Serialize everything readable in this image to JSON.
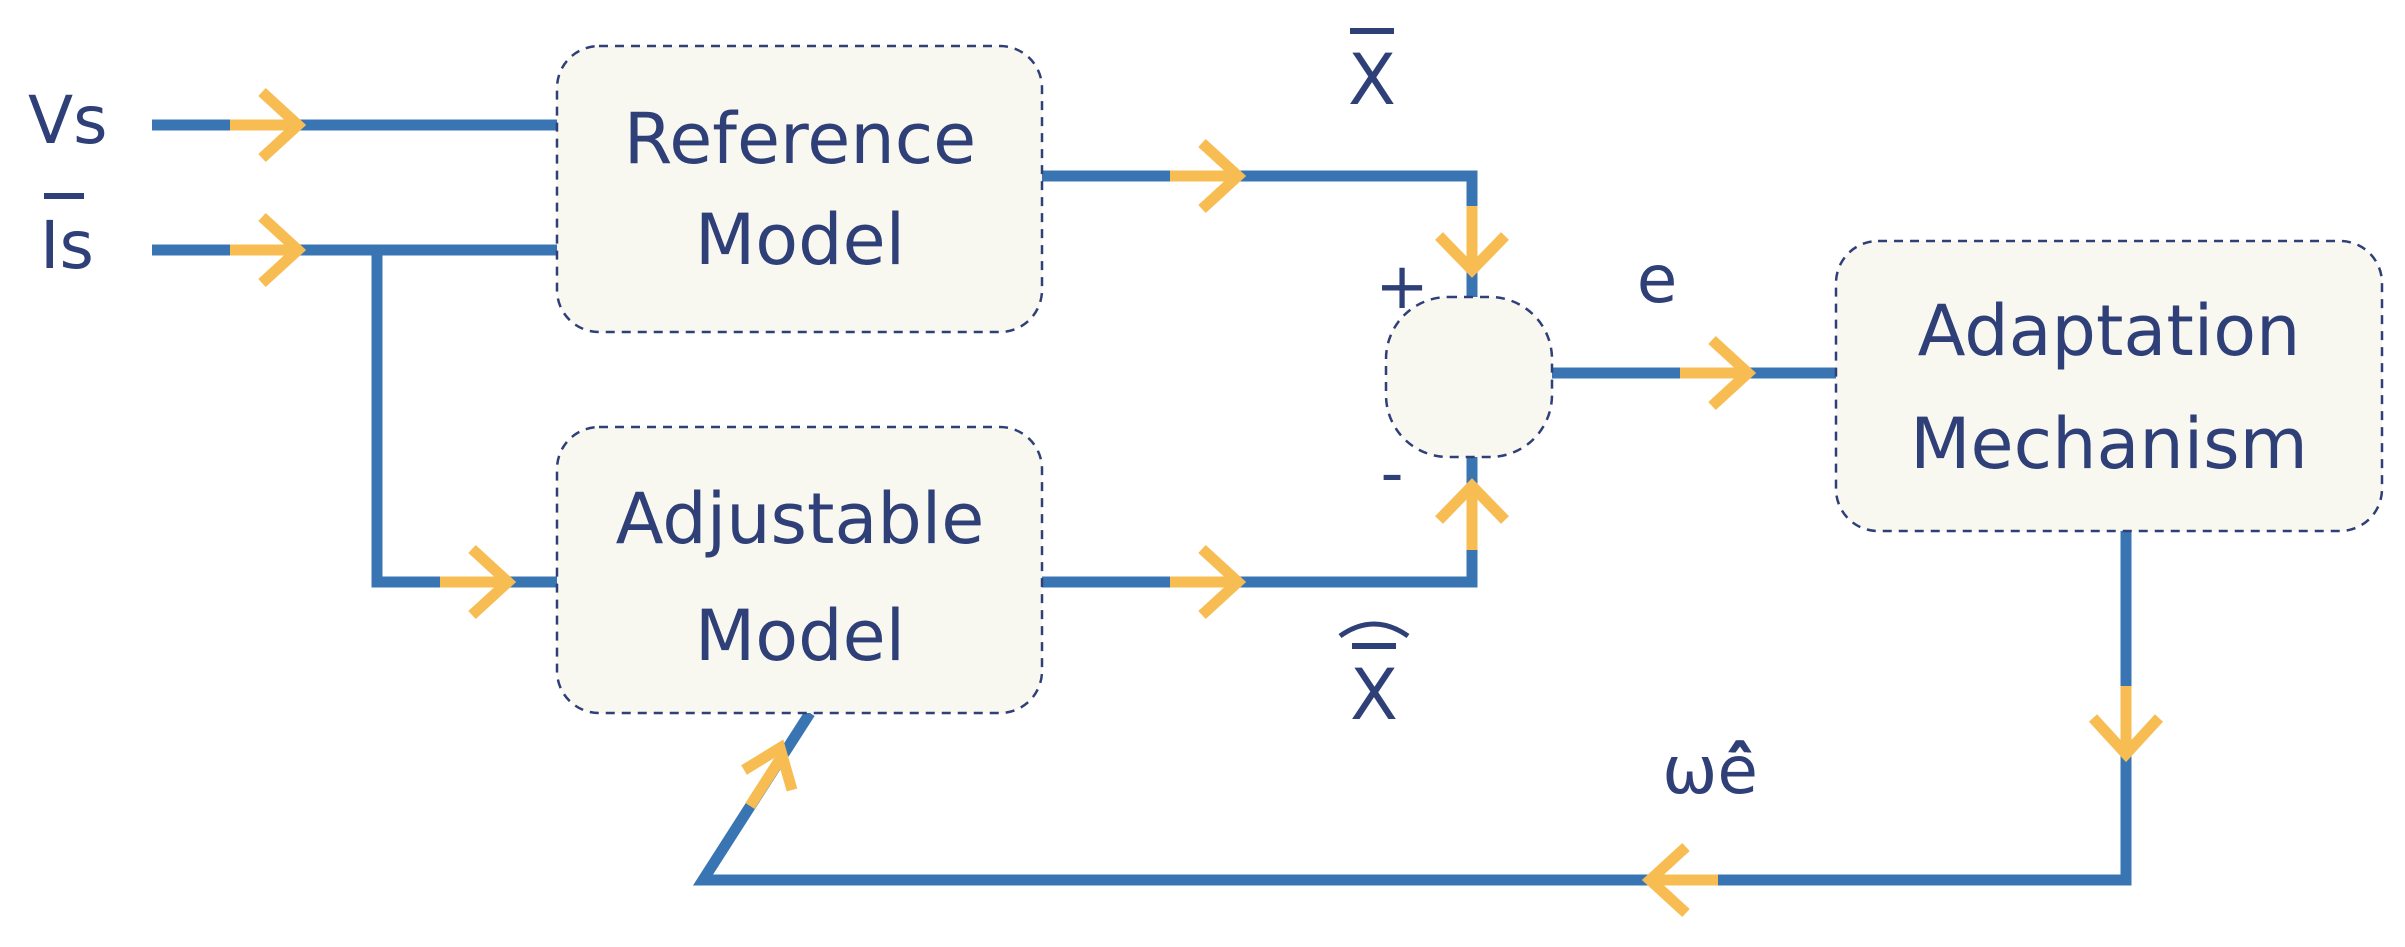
{
  "colors": {
    "wire": "#3a75b3",
    "arrow": "#f7bd53",
    "text": "#2f3f77",
    "box_fill": "#f8f8f1",
    "box_border": "#2f3f77"
  },
  "inputs": {
    "vs": "Vs",
    "is": "Is"
  },
  "blocks": {
    "reference_model": [
      "Reference",
      "Model"
    ],
    "adjustable_model": [
      "Adjustable",
      "Model"
    ],
    "adaptation_mechanism": [
      "Adaptation",
      "Mechanism"
    ]
  },
  "summing_junction": {
    "plus_sign": "+",
    "minus_sign": "-"
  },
  "signals": {
    "x_bar": "X",
    "x_hat_bar": "X",
    "error": "e",
    "omega_estimate": "ωê̂"
  }
}
